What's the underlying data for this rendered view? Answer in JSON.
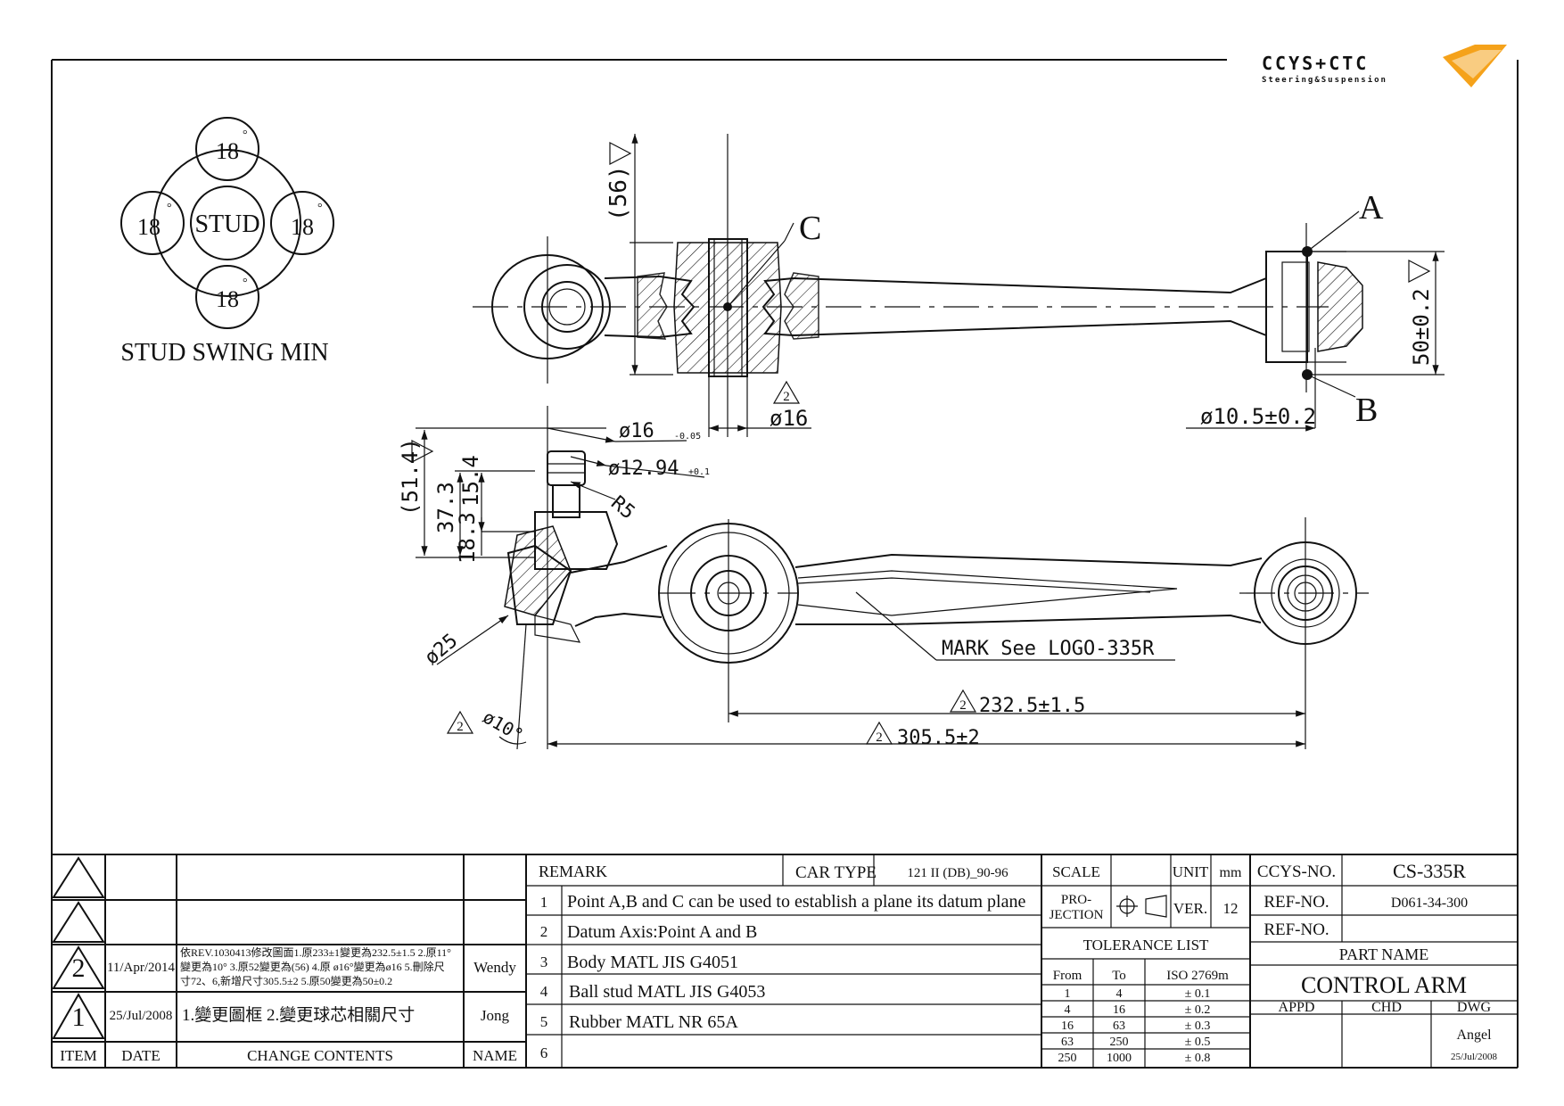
{
  "logo": {
    "brand": "CCYS+CTC",
    "tagline": "Steering&Suspension"
  },
  "stud_swing": {
    "center": "STUD",
    "angles": [
      "18",
      "18",
      "18",
      "18"
    ],
    "degree": "°",
    "caption": "STUD SWING MIN"
  },
  "top_view": {
    "dim_56": "(56)",
    "label_c": "C",
    "label_a": "A",
    "label_b": "B",
    "rev": "2",
    "dia_16": "ø16",
    "dia_105": "ø10.5±0.2",
    "dim_50": "50±0.2"
  },
  "side_view": {
    "dim_514": "(51.4)",
    "dim_373": "37.3",
    "dim_154": "15.4",
    "dim_183": "18.3",
    "dia_16_tol": "ø16",
    "dia_16_sup": "-0.05",
    "dia_1294": "ø12.94",
    "dia_1294_sup": "+0.1",
    "r5": "R5",
    "dia_25": "ø25",
    "dia_10": "ø10°",
    "mark": "MARK  See  LOGO-335R",
    "dim_2325": "232.5±1.5",
    "dim_3055": "305.5±2",
    "rev": "2"
  },
  "revision_table": {
    "rows": [
      {
        "rev": "",
        "date": "",
        "contents": "",
        "name": ""
      },
      {
        "rev": "",
        "date": "",
        "contents": "",
        "name": ""
      },
      {
        "rev": "2",
        "date": "11/Apr/2014",
        "contents_lines": [
          "依REV.1030413修改圖面1.原233±1變更為232.5±1.5 2.原11°",
          "變更為10° 3.原52變更為(56) 4.原 ø16°變更為ø16 5.刪除尺",
          "寸72、6,新增尺寸305.5±2 5.原50變更為50±0.2"
        ],
        "name": "Wendy"
      },
      {
        "rev": "1",
        "date": "25/Jul/2008",
        "contents": "1.變更圖框 2.變更球芯相關尺寸",
        "name": "Jong"
      }
    ],
    "headers": {
      "item": "ITEM",
      "date": "DATE",
      "contents": "CHANGE CONTENTS",
      "name": "NAME"
    }
  },
  "remarks": {
    "header": "REMARK",
    "car_type_label": "CAR TYPE",
    "car_type": "121 II (DB)_90-96",
    "items": [
      {
        "no": "1",
        "text": "Point A,B and C can be used to establish a plane its datum plane"
      },
      {
        "no": "2",
        "text": "Datum Axis:Point A and B"
      },
      {
        "no": "3",
        "text": "Body MATL JIS G4051"
      },
      {
        "no": "4",
        "text": "Ball stud MATL JIS G4053"
      },
      {
        "no": "5",
        "text": "Rubber MATL NR 65A"
      },
      {
        "no": "6",
        "text": ""
      }
    ]
  },
  "info": {
    "scale_label": "SCALE",
    "unit_label": "UNIT",
    "unit": "mm",
    "projection_label_1": "PRO-",
    "projection_label_2": "JECTION",
    "ver_label": "VER.",
    "ver": "12",
    "tolerance_title": "TOLERANCE LIST",
    "tol_headers": {
      "from": "From",
      "to": "To",
      "std": "ISO 2769m"
    },
    "tolerances": [
      {
        "from": "1",
        "to": "4",
        "tol": "± 0.1"
      },
      {
        "from": "4",
        "to": "16",
        "tol": "± 0.2"
      },
      {
        "from": "16",
        "to": "63",
        "tol": "± 0.3"
      },
      {
        "from": "63",
        "to": "250",
        "tol": "± 0.5"
      },
      {
        "from": "250",
        "to": "1000",
        "tol": "± 0.8"
      }
    ]
  },
  "title_block": {
    "ccys_label": "CCYS-NO.",
    "ccys_no": "CS-335R",
    "ref_label": "REF-NO.",
    "ref_no": "D061-34-300",
    "ref_label_2": "REF-NO.",
    "ref_no_2": "",
    "part_name_label": "PART NAME",
    "part_name": "CONTROL ARM",
    "appd": "APPD",
    "chd": "CHD",
    "dwg": "DWG",
    "dwg_name": "Angel",
    "dwg_date": "25/Jul/2008"
  }
}
